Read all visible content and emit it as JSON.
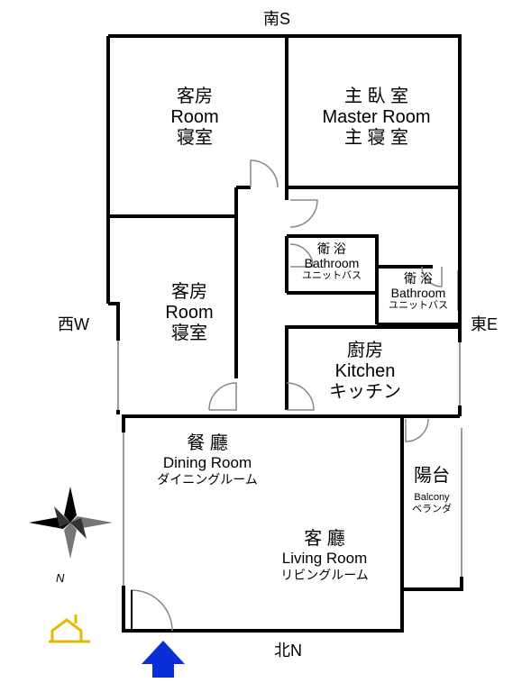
{
  "directions": {
    "south": "南S",
    "west": "西W",
    "east": "東E",
    "north": "北N",
    "compass": "N"
  },
  "rooms": {
    "guest1": {
      "zh": "客房",
      "en": "Room",
      "ja": "寝室"
    },
    "master": {
      "zh": "主 臥 室",
      "en": "Master Room",
      "ja": "主 寝 室"
    },
    "guest2": {
      "zh": "客房",
      "en": "Room",
      "ja": "寝室"
    },
    "bath1": {
      "zh": "衛 浴",
      "en": "Bathroom",
      "ja": "ユニットバス"
    },
    "bath2": {
      "zh": "衛 浴",
      "en": "Bathroom",
      "ja": "ユニットバス"
    },
    "kitchen": {
      "zh": "廚房",
      "en": "Kitchen",
      "ja": "キッチン"
    },
    "dining": {
      "zh": "餐 廳",
      "en": "Dining Room",
      "ja": "ダイニングルーム"
    },
    "living": {
      "zh": "客 廳",
      "en": "Living Room",
      "ja": "リビングルーム"
    },
    "balcony": {
      "zh": "陽台",
      "en": "Balcony",
      "ja": "ベランダ"
    }
  },
  "colors": {
    "wall": "#000000",
    "window": "#9a9a9a",
    "entrance_arrow": "#0b2fd6",
    "icon": "#e6b800"
  },
  "icons": {
    "compass": "compass-rose-icon",
    "entrance": "entrance-arrow-icon",
    "parking": "parking-icon"
  }
}
